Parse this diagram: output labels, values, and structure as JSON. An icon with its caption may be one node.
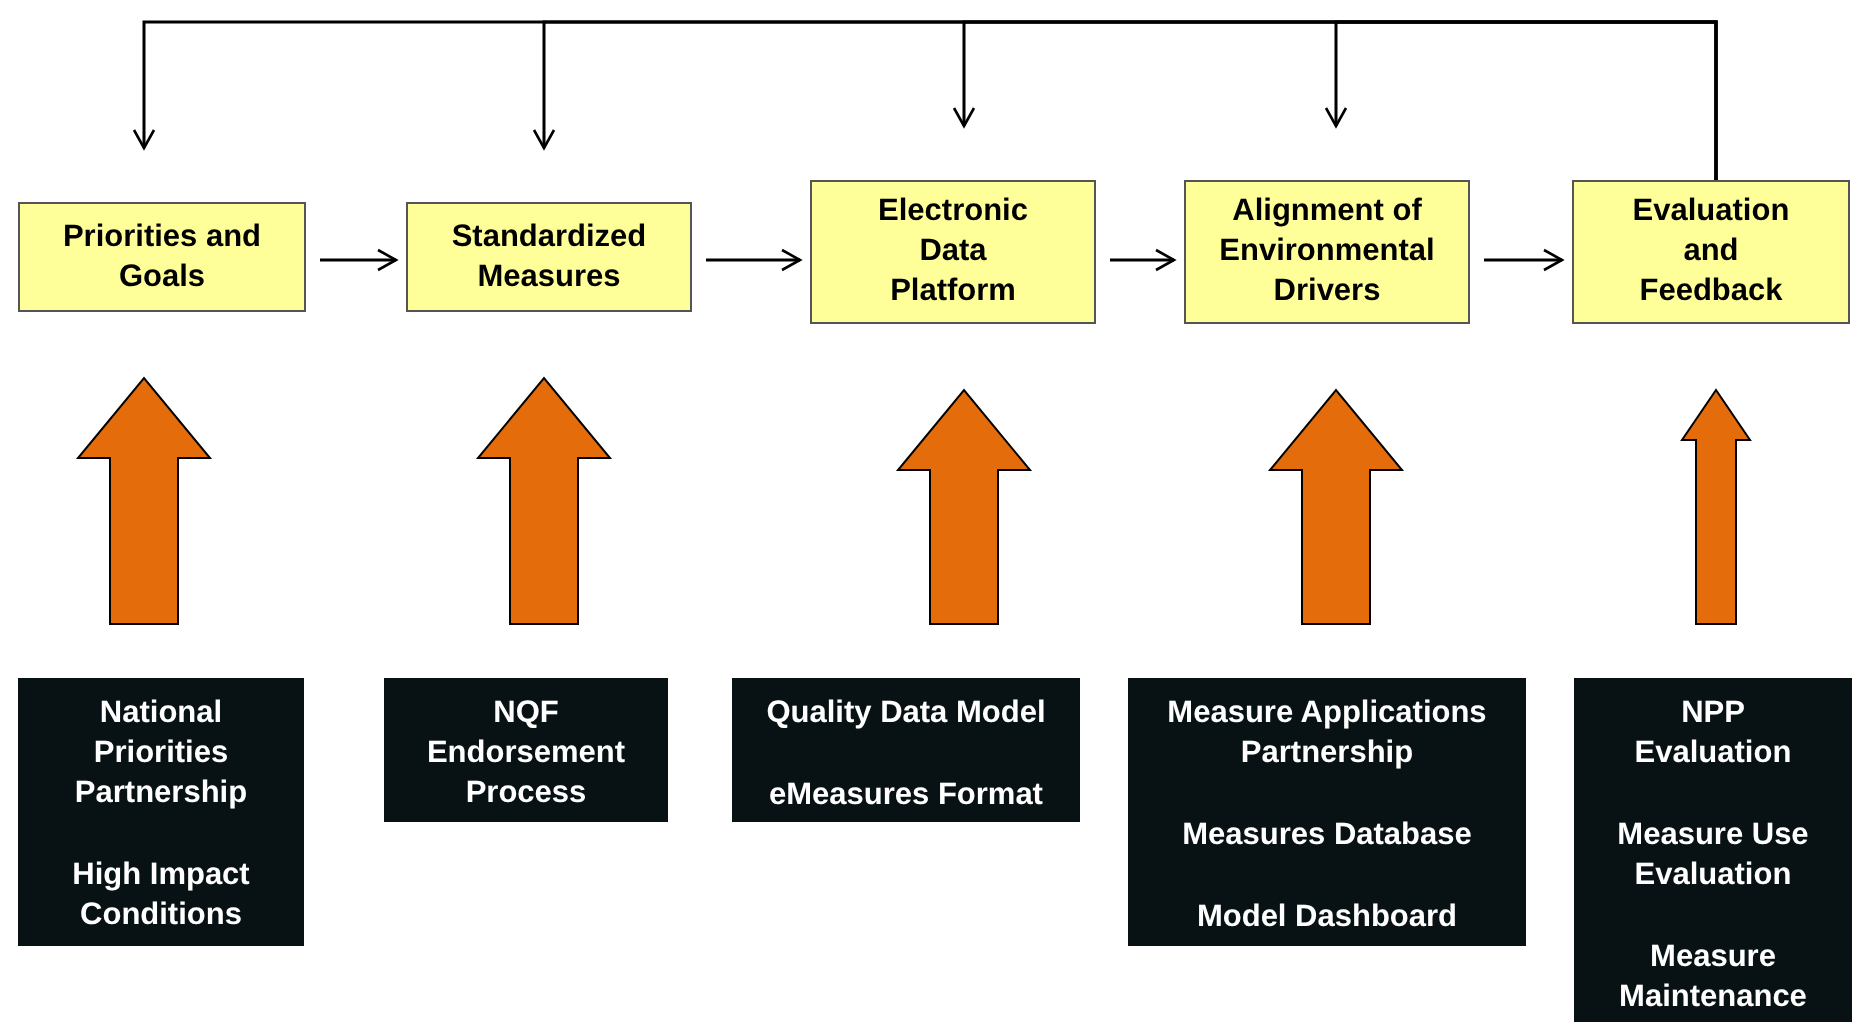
{
  "diagram": {
    "nodes": [
      {
        "text": [
          "Priorities and Goals"
        ]
      },
      {
        "text": [
          "Standardized Measures"
        ]
      },
      {
        "text": [
          "Electronic Data Platform"
        ]
      },
      {
        "text": [
          "Alignment of Environmental Drivers"
        ]
      },
      {
        "text": [
          "Evaluation and Feedback"
        ]
      },
      {
        "text": [
          "National Priorities Partnership",
          "High Impact Conditions"
        ]
      },
      {
        "text": [
          "NQF Endorsement Process"
        ]
      },
      {
        "text": [
          "Quality Data Model",
          "eMeasures Format"
        ]
      },
      {
        "text": [
          "Measure Applications Partnership",
          "Measures Database",
          "Model Dashboard"
        ]
      },
      {
        "text": [
          "NPP Evaluation",
          "Measure Use Evaluation",
          "Measure Maintenance"
        ]
      }
    ],
    "edges": [
      {
        "from": 0,
        "to": 1,
        "arrow": "to"
      },
      {
        "from": 1,
        "to": 2,
        "arrow": "to"
      },
      {
        "from": 2,
        "to": 3,
        "arrow": "to"
      },
      {
        "from": 3,
        "to": 4,
        "arrow": "to"
      },
      {
        "from": 4,
        "to": 0,
        "arrow": "to"
      },
      {
        "from": 4,
        "to": 1,
        "arrow": "to"
      },
      {
        "from": 4,
        "to": 2,
        "arrow": "to"
      },
      {
        "from": 4,
        "to": 3,
        "arrow": "to"
      },
      {
        "from": 5,
        "to": 0,
        "arrow": "to",
        "style": "thick",
        "color": "#e46c0a"
      },
      {
        "from": 6,
        "to": 1,
        "arrow": "to",
        "style": "thick",
        "color": "#e46c0a"
      },
      {
        "from": 7,
        "to": 2,
        "arrow": "to",
        "style": "thick",
        "color": "#e46c0a"
      },
      {
        "from": 8,
        "to": 3,
        "arrow": "to",
        "style": "thick",
        "color": "#e46c0a"
      },
      {
        "from": 9,
        "to": 4,
        "arrow": "to",
        "style": "thick",
        "color": "#e46c0a"
      }
    ]
  }
}
